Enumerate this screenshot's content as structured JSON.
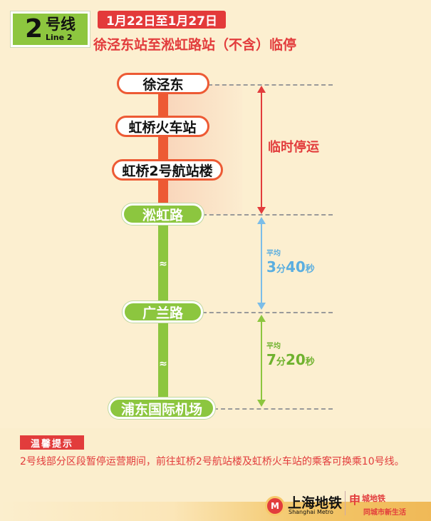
{
  "header": {
    "line_number": "2",
    "line_hao": "号线",
    "line_en": "Line 2",
    "date_range": "1月22日至1月27日",
    "notice": "徐泾东站至淞虹路站（不含）临停"
  },
  "stations": [
    {
      "name": "徐泾东"
    },
    {
      "name": "虹桥火车站"
    },
    {
      "name": "虹桥2号航站楼"
    },
    {
      "name": "淞虹路"
    },
    {
      "name": "广兰路"
    },
    {
      "name": "浦东国际机场"
    }
  ],
  "segments": {
    "suspended_label": "临时停运",
    "interval1": {
      "prefix": "平均",
      "min": "3",
      "min_unit": "分",
      "sec": "40",
      "sec_unit": "秒"
    },
    "interval2": {
      "prefix": "平均",
      "min": "7",
      "min_unit": "分",
      "sec": "20",
      "sec_unit": "秒"
    }
  },
  "tip": {
    "title": "温馨提示",
    "text": "2号线部分区段暂停运营期间，前往虹桥2号航站楼及虹桥火车站的乘客可换乘10号线。"
  },
  "footer": {
    "brand_cn": "上海地铁",
    "brand_en": "Shanghai Metro",
    "brand2_char": "申",
    "brand2_line1": "城地铁",
    "brand2_line2": "同城市新生活"
  },
  "colors": {
    "red": "#e23c3c",
    "orange_red": "#ed5a34",
    "green": "#8cc63f",
    "blue": "#7bbde8",
    "background": "#fcefd0"
  },
  "icons": [
    "shanghai-metro-logo-icon"
  ]
}
